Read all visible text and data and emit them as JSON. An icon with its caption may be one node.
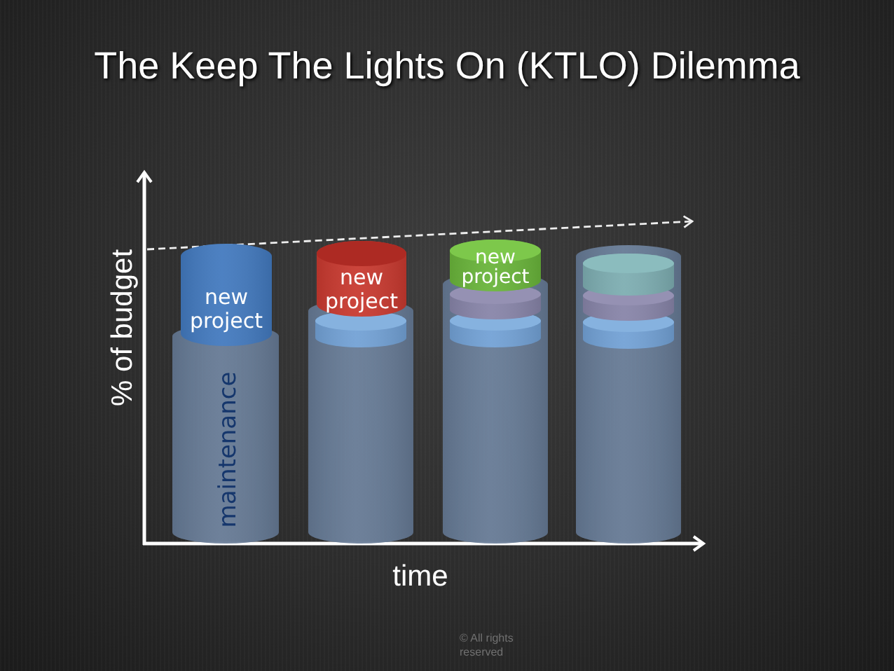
{
  "diagram": {
    "title": "The Keep The Lights On (KTLO) Dilemma",
    "nodes": [
      {
        "text": [
          "new project"
        ]
      },
      {
        "text": [
          "maintenance"
        ]
      },
      {
        "text": [
          "new project"
        ]
      },
      {
        "text": [],
        "shape": "cylinder"
      },
      {
        "text": [],
        "shape": "cylinder",
        "in": 3
      },
      {
        "text": [
          "new project"
        ]
      },
      {
        "text": [],
        "shape": "cylinder"
      },
      {
        "text": [],
        "shape": "cylinder",
        "in": 6
      },
      {
        "text": [],
        "shape": "cylinder",
        "in": 6
      },
      {
        "text": [],
        "shape": "cylinder"
      },
      {
        "text": [],
        "shape": "cylinder",
        "in": 9
      },
      {
        "text": [],
        "shape": "cylinder",
        "in": 9
      },
      {
        "text": [],
        "shape": "cylinder",
        "in": 9
      }
    ],
    "labels": [
      "% of budget",
      "time",
      "© All rights reserved"
    ]
  }
}
